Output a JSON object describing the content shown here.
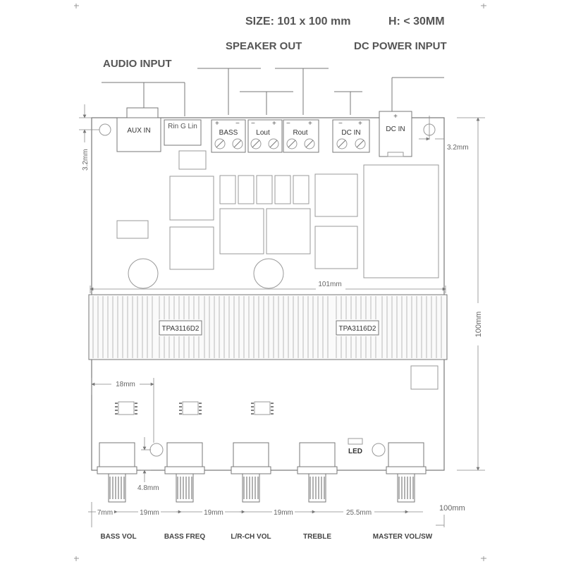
{
  "header": {
    "size": "SIZE:  101 x 100 mm",
    "height": "H:  < 30MM"
  },
  "callouts": {
    "speaker_out": "SPEAKER  OUT",
    "dc_power_input": "DC POWER INPUT",
    "audio_input": "AUDIO INPUT"
  },
  "connectors": {
    "aux_in": "AUX IN",
    "rin_g_lin": "Rin G  Lin",
    "bass": "BASS",
    "lout": "Lout",
    "rout": "Rout",
    "dc_in_terminal": "DC IN",
    "dc_in_jack": "DC IN",
    "plus": "+",
    "minus": "−"
  },
  "chips": {
    "left": "TPA3116D2",
    "right": "TPA3116D2"
  },
  "led_label": "LED",
  "dimensions": {
    "hole_left": "3.2mm",
    "hole_right": "3.2mm",
    "width_101": "101mm",
    "height_100": "100mm",
    "d18": "18mm",
    "d4_8": "4.8mm",
    "d7": "7mm",
    "d19_a": "19mm",
    "d19_b": "19mm",
    "d19_c": "19mm",
    "d25_5": "25.5mm",
    "d100": "100mm"
  },
  "knobs": {
    "bass_vol": "BASS VOL",
    "bass_freq": "BASS FREQ",
    "lr_ch_vol": "L/R-CH VOL",
    "treble": "TREBLE",
    "master": "MASTER VOL/SW"
  }
}
